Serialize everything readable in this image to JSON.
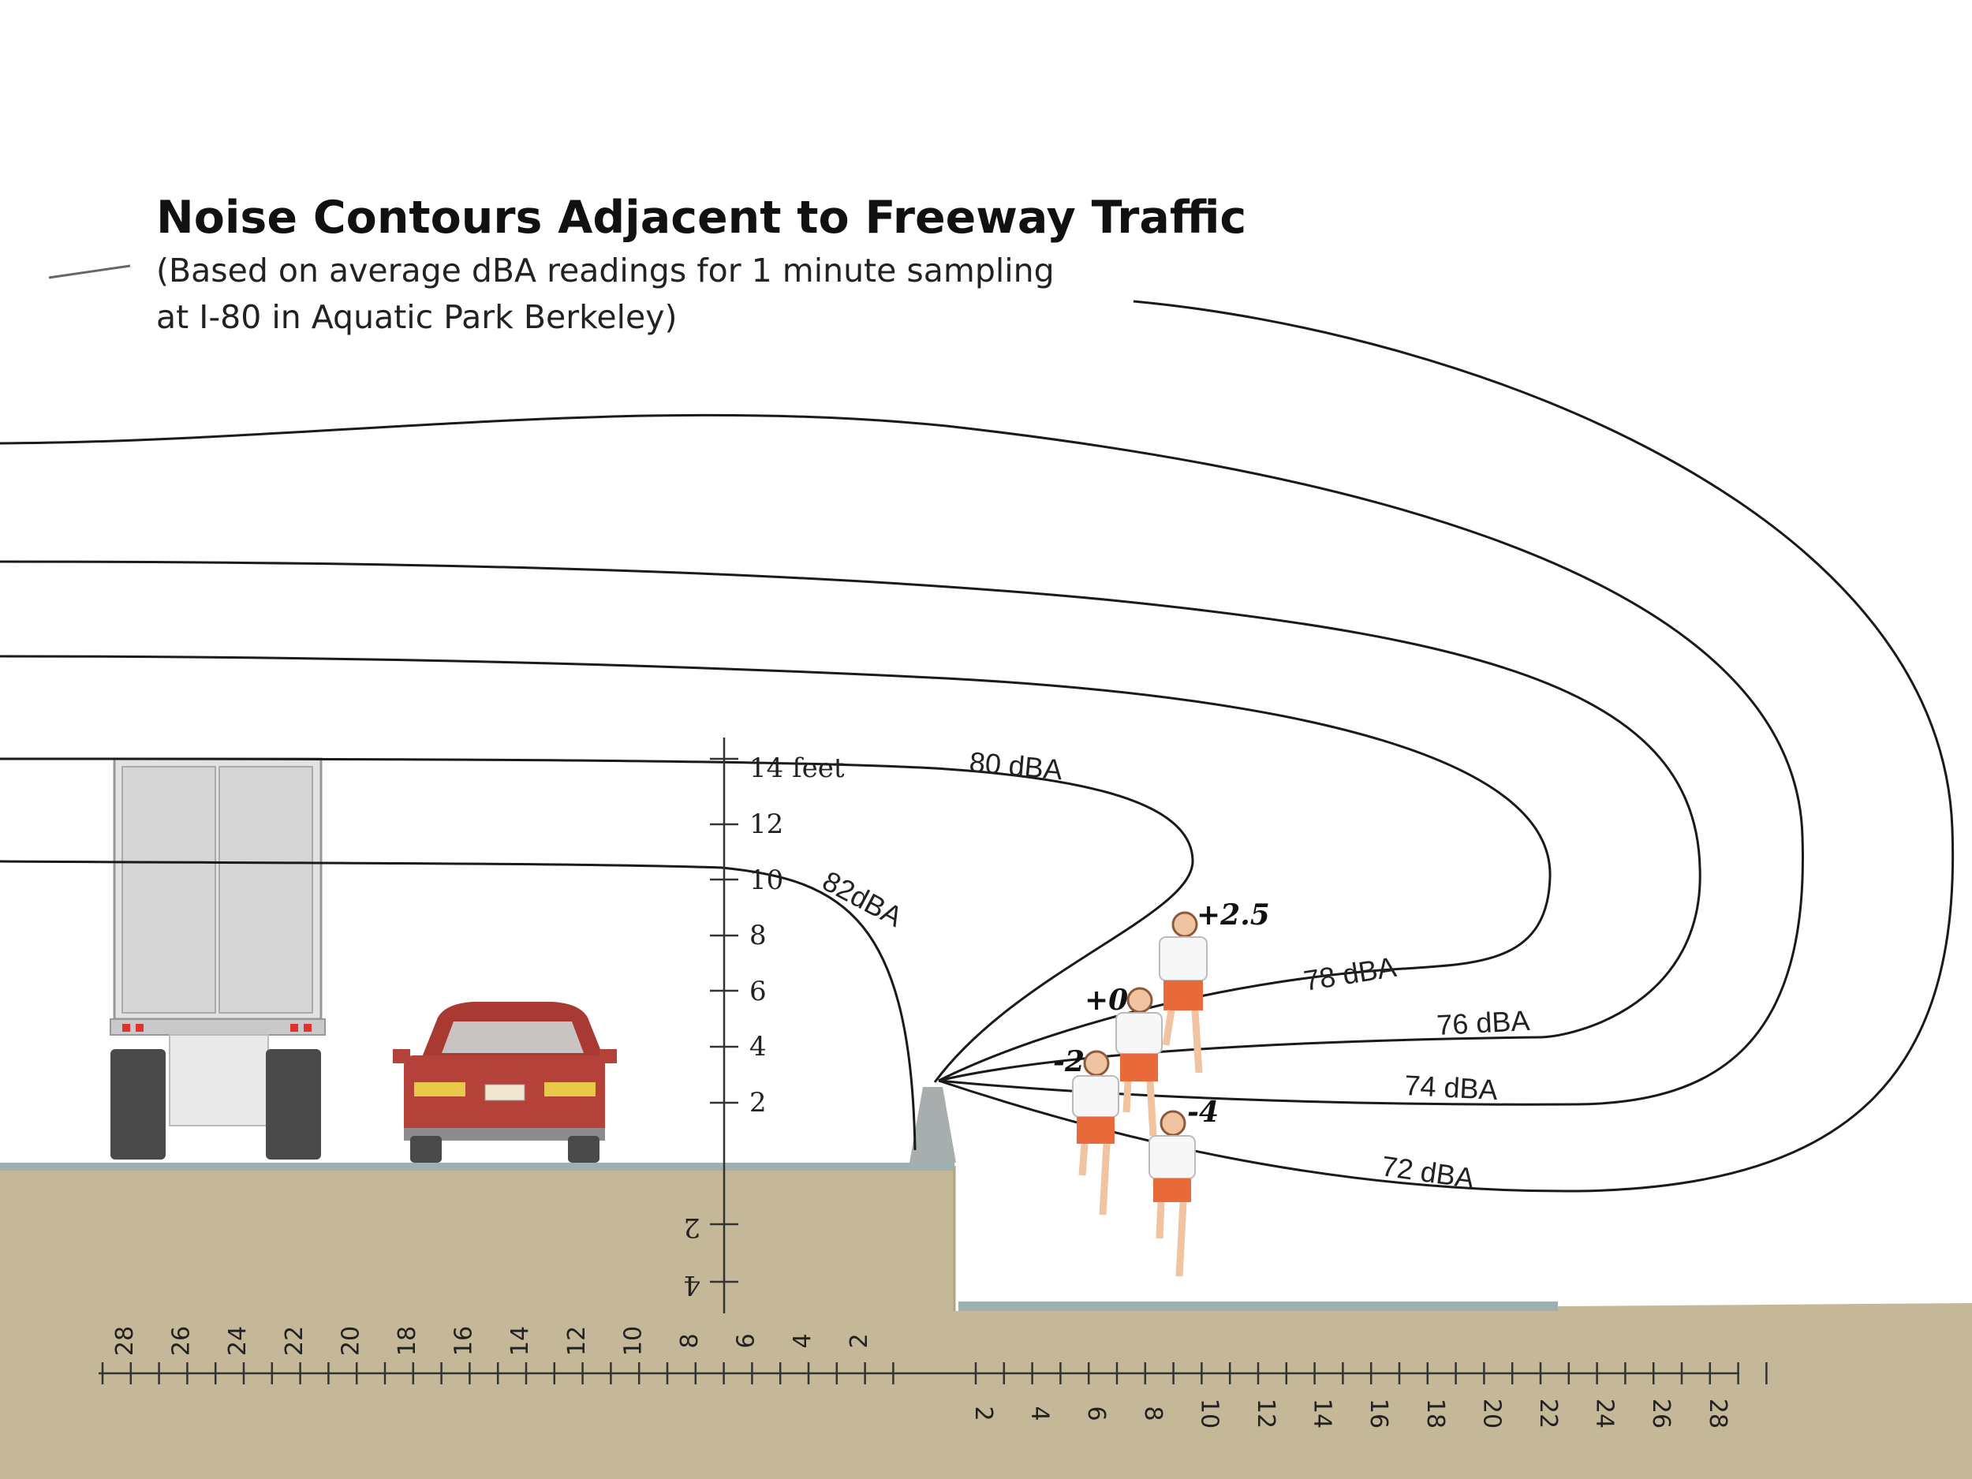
{
  "title": "Noise Contours Adjacent to Freeway Traffic",
  "subtitle_line1": "(Based on average dBA readings for 1 minute sampling",
  "subtitle_line2": "at I-80 in Aquatic Park Berkeley)",
  "contours": [
    {
      "label": "82dBA"
    },
    {
      "label": "80 dBA"
    },
    {
      "label": "78 dBA"
    },
    {
      "label": "76 dBA"
    },
    {
      "label": "74 dBA"
    },
    {
      "label": "72 dBA"
    }
  ],
  "vertical_axis": {
    "top_label": "14 feet",
    "labels_up": [
      "12",
      "10",
      "8",
      "6",
      "4",
      "2"
    ],
    "labels_down": [
      "2",
      "4"
    ]
  },
  "horizontal_axis": {
    "left_labels": [
      "28",
      "26",
      "24",
      "22",
      "20",
      "18",
      "16",
      "14",
      "12",
      "10",
      "8",
      "6",
      "4",
      "2"
    ],
    "right_labels": [
      "2",
      "4",
      "6",
      "8",
      "10",
      "12",
      "14",
      "16",
      "18",
      "20",
      "22",
      "24",
      "26",
      "28"
    ]
  },
  "runners": [
    {
      "label": "+2.5"
    },
    {
      "label": "+0"
    },
    {
      "label": "-2"
    },
    {
      "label": "-4"
    }
  ],
  "colors": {
    "ground": "#c4b898",
    "road_edge": "#9fb0b0",
    "truck_body": "#dcdcdc",
    "car_body": "#b5423a",
    "runner_shorts": "#e8693a"
  }
}
